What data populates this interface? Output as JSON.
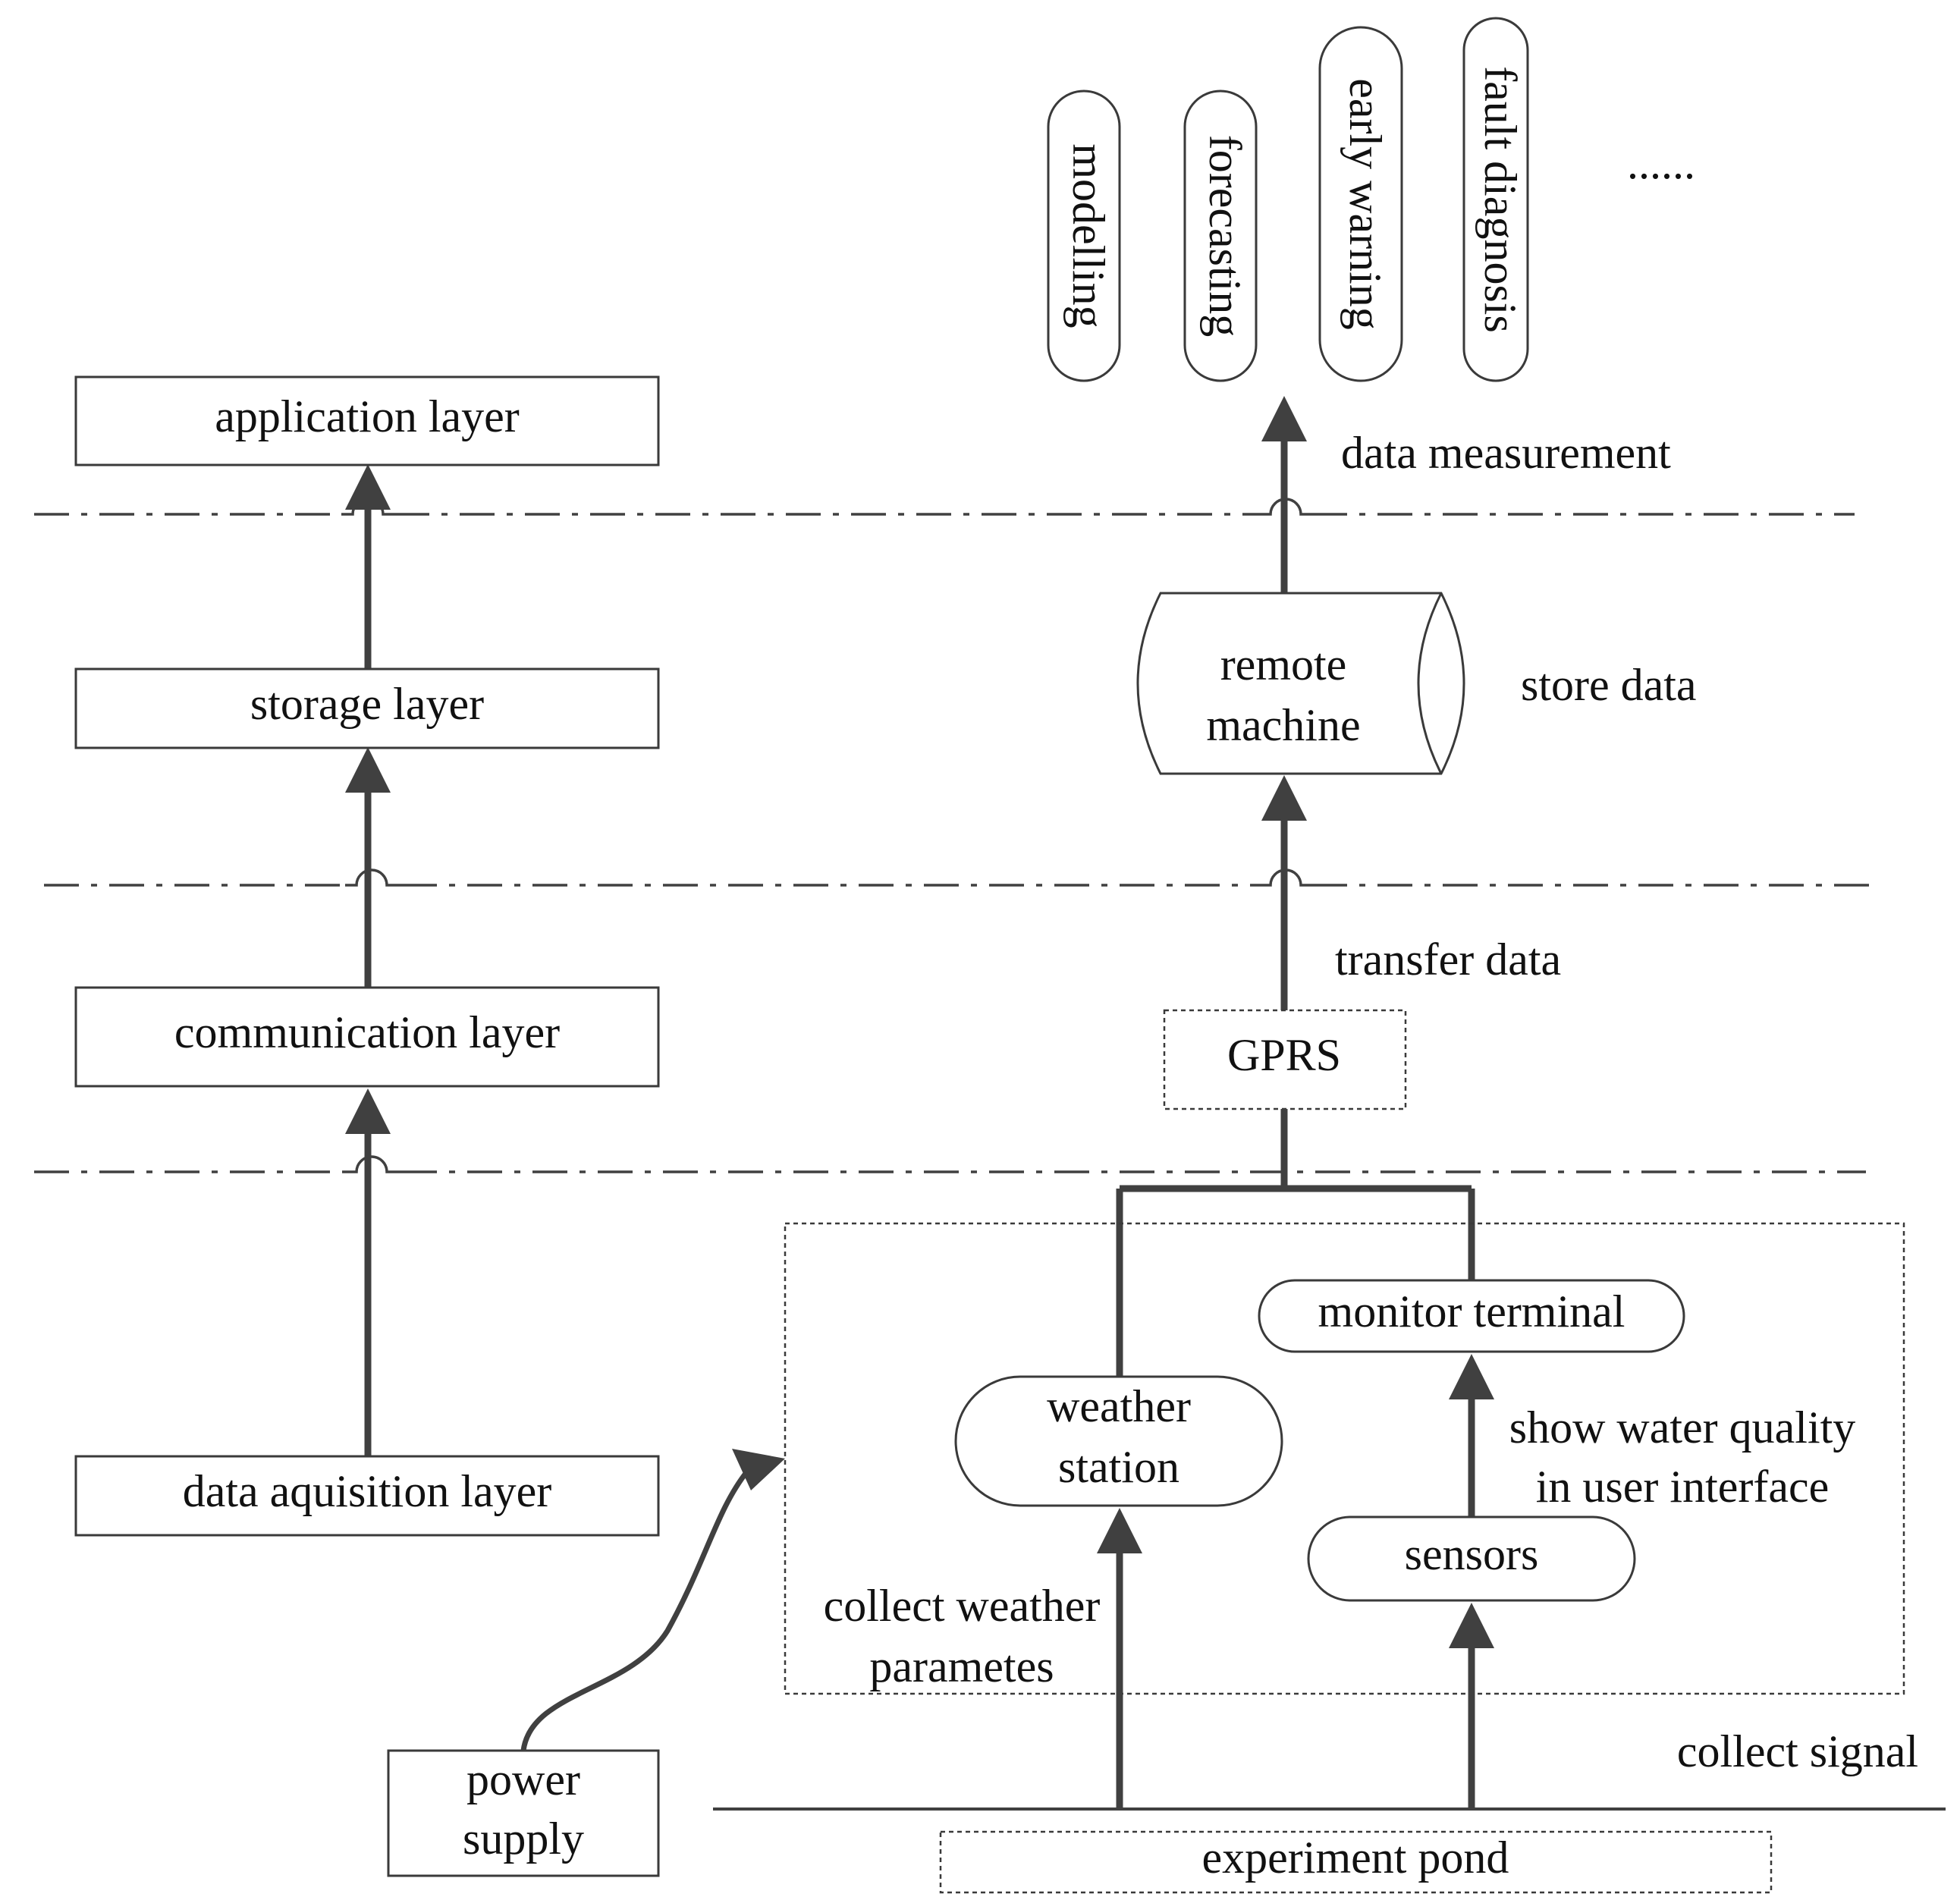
{
  "layers": {
    "application": "application layer",
    "storage": "storage layer",
    "communication": "communication layer",
    "acquisition": "data aquisition layer"
  },
  "applications": {
    "modelling": "modelling",
    "forecasting": "forecasting",
    "early_warning": "early warning",
    "fault_diagnosis": "fault diagnosis",
    "more": "......"
  },
  "nodes": {
    "remote_machine_line1": "remote",
    "remote_machine_line2": "machine",
    "gprs": "GPRS",
    "monitor_terminal": "monitor terminal",
    "weather_station_line1": "weather",
    "weather_station_line2": "station",
    "sensors": "sensors",
    "power_supply_line1": "power",
    "power_supply_line2": "supply",
    "experiment_pond": "experiment pond"
  },
  "annotations": {
    "data_measurement": "data measurement",
    "store_data": "store data",
    "transfer_data": "transfer data",
    "show_water_quality_line1": "show water quality",
    "show_water_quality_line2": "in user interface",
    "collect_weather_line1": "collect weather",
    "collect_weather_line2": "parametes",
    "collect_signal": "collect signal"
  }
}
